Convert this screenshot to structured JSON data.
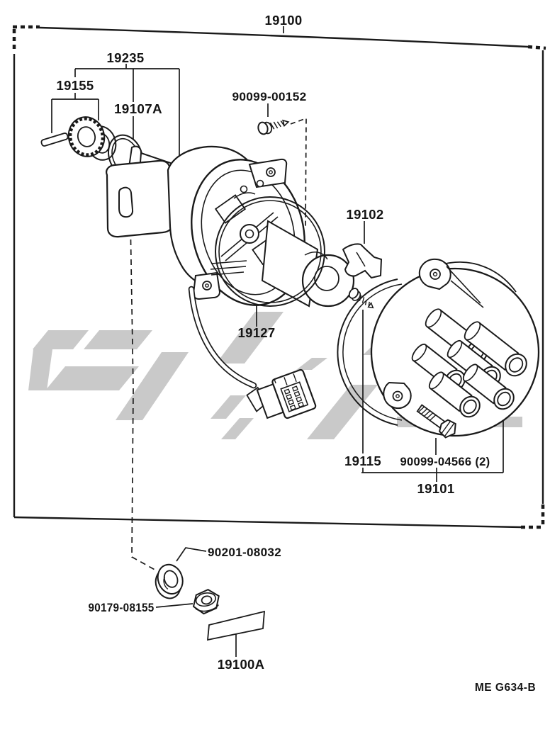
{
  "figure": {
    "code": "ME G634-B",
    "labels": {
      "assembly": "19100",
      "housing_group": "19235",
      "gear": "19155",
      "oring_small": "19107A",
      "plug_screw": "90099-00152",
      "rotor": "19102",
      "packing_ring": "19127",
      "dust_cover": "19115",
      "cap_bolt": "90099-04566 (2)",
      "cap": "19101",
      "washer": "90201-08032",
      "nut": "90179-08155",
      "name_plate": "19100A"
    },
    "colors": {
      "line": "#1a1a1a",
      "watermark": "#c9c9c9",
      "background": "#ffffff"
    }
  }
}
